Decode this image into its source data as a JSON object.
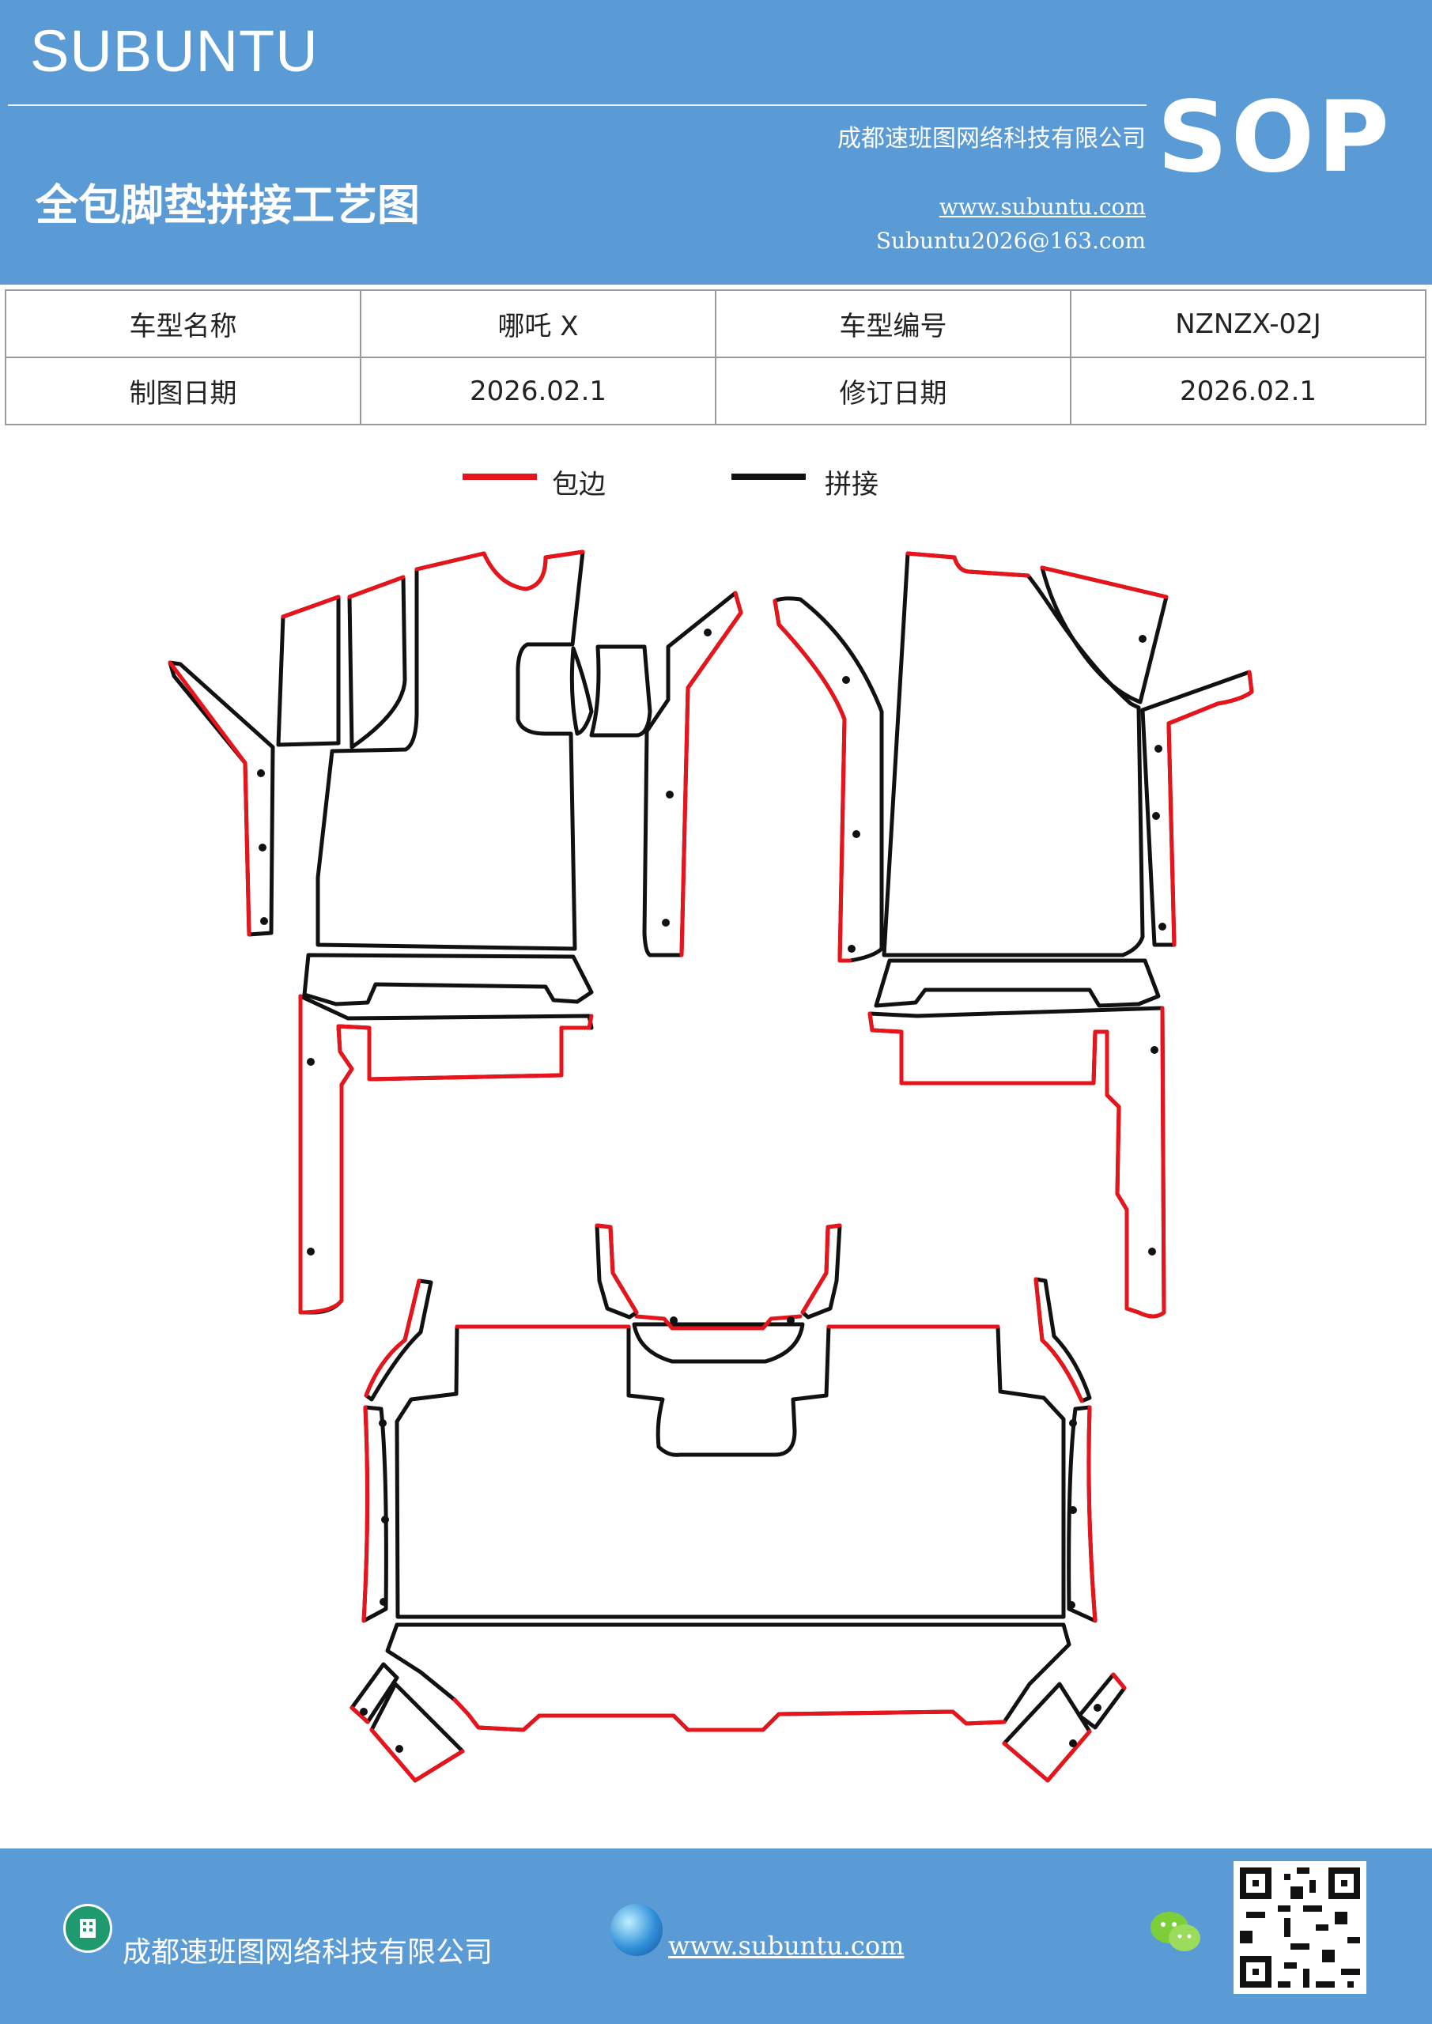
{
  "header": {
    "brand": "SUBUNTU",
    "company": "成都速班图网络科技有限公司",
    "title": "全包脚垫拼接工艺图",
    "website": "www.subuntu.com",
    "email": "Subuntu2026@163.com",
    "sop": "SOP"
  },
  "info": {
    "row1": {
      "label1": "车型名称",
      "value1": "哪吒 X",
      "label2": "车型编号",
      "value2": "NZNZX-02J"
    },
    "row2": {
      "label1": "制图日期",
      "value1": "2026.02.1",
      "label2": "修订日期",
      "value2": "2026.02.1"
    }
  },
  "legend": [
    {
      "label": "包边",
      "color": "#e8141b"
    },
    {
      "label": "拼接",
      "color": "#111111"
    }
  ],
  "footer": {
    "company": "成都速班图网络科技有限公司",
    "website": "www.subuntu.com"
  },
  "colors": {
    "brand_blue": "#5b9bd5",
    "edge_red": "#e8141b",
    "seam_black": "#111111"
  },
  "icons": {
    "company": "building-icon",
    "web": "globe-icon",
    "chat": "wechat-icon",
    "code": "qr-code-icon"
  }
}
